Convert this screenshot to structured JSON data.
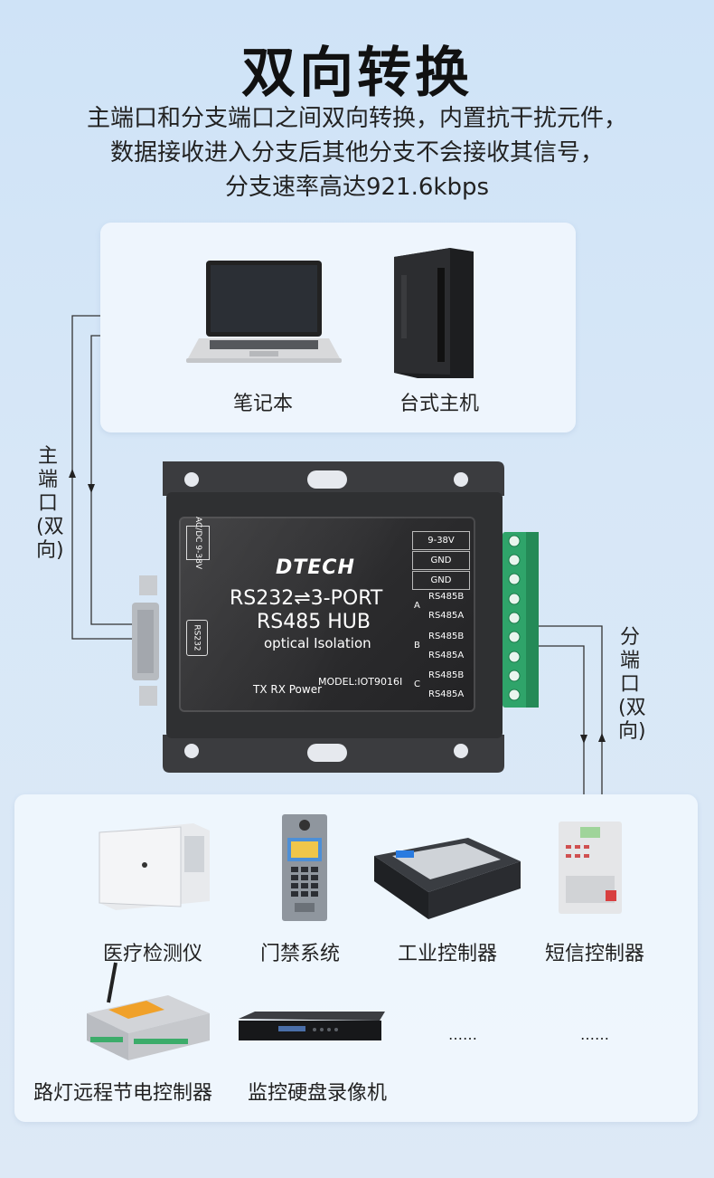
{
  "header": {
    "title": "双向转换",
    "desc_lines": [
      "主端口和分支端口之间双向转换，内置抗干扰元件，",
      "数据接收进入分支后其他分支不会接收其信号，",
      "分支速率高达921.6kbps"
    ]
  },
  "host_devices": [
    {
      "label": "笔记本",
      "icon": "laptop-icon"
    },
    {
      "label": "台式主机",
      "icon": "desktop-tower-icon"
    }
  ],
  "main_port_label": "主端口(双向)",
  "branch_port_label": "分端口(双向)",
  "hub": {
    "brand": "DTECH",
    "line1": "RS232⇌3-PORT",
    "line2": "RS485 HUB",
    "line3": "optical Isolation",
    "model": "MODEL:IOT9016I",
    "leds": "TX  RX Power",
    "power_label": "AC/DC 9-38V",
    "rs232_label": "RS232",
    "terminals": {
      "power": "9-38V",
      "gnd1": "GND",
      "gnd2": "GND",
      "groups": [
        {
          "name": "A",
          "b": "RS485B",
          "a": "RS485A"
        },
        {
          "name": "B",
          "b": "RS485B",
          "a": "RS485A"
        },
        {
          "name": "C",
          "b": "RS485B",
          "a": "RS485A"
        }
      ]
    }
  },
  "branch_devices": [
    {
      "label": "医疗检测仪",
      "icon": "medical-analyzer-icon"
    },
    {
      "label": "门禁系统",
      "icon": "door-intercom-icon"
    },
    {
      "label": "工业控制器",
      "icon": "industrial-plc-icon"
    },
    {
      "label": "短信控制器",
      "icon": "sms-controller-icon"
    },
    {
      "label": "路灯远程节电控制器",
      "icon": "streetlight-controller-icon"
    },
    {
      "label": "监控硬盘录像机",
      "icon": "dvr-recorder-icon"
    },
    {
      "label": "……",
      "icon": "more-dots"
    },
    {
      "label": "……",
      "icon": "more-dots"
    }
  ]
}
